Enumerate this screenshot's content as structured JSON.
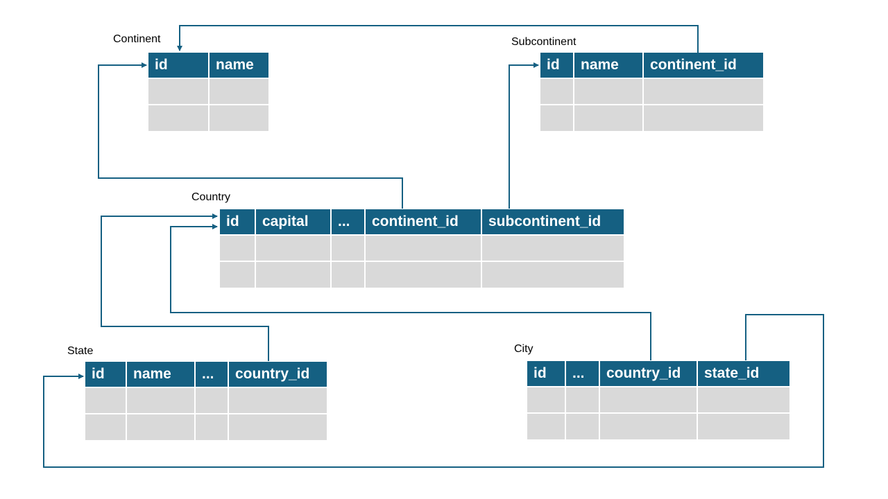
{
  "colors": {
    "header": "#156082",
    "cell": "#d9d9d9",
    "connector": "#156082"
  },
  "tables": {
    "continent": {
      "title": "Continent",
      "columns": [
        "id",
        "name"
      ]
    },
    "subcontinent": {
      "title": "Subcontinent",
      "columns": [
        "id",
        "name",
        "continent_id"
      ]
    },
    "country": {
      "title": "Country",
      "columns": [
        "id",
        "capital",
        "...",
        "continent_id",
        "subcontinent_id"
      ]
    },
    "state": {
      "title": "State",
      "columns": [
        "id",
        "name",
        "...",
        "country_id"
      ]
    },
    "city": {
      "title": "City",
      "columns": [
        "id",
        "...",
        "country_id",
        "state_id"
      ]
    }
  },
  "relationships": [
    {
      "from": "country.continent_id",
      "to": "continent.id"
    },
    {
      "from": "country.subcontinent_id",
      "to": "subcontinent.id"
    },
    {
      "from": "subcontinent.continent_id",
      "to": "continent.id"
    },
    {
      "from": "state.country_id",
      "to": "country.id"
    },
    {
      "from": "city.country_id",
      "to": "country.id"
    },
    {
      "from": "city.state_id",
      "to": "state.id"
    }
  ]
}
